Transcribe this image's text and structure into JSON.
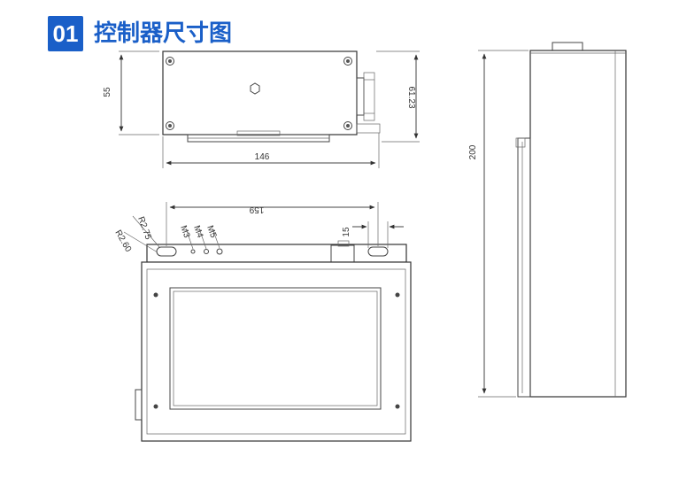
{
  "header": {
    "number": "01",
    "title": "控制器尺寸图"
  },
  "top_view": {
    "width_label": "146",
    "height_label": "55",
    "total_height_label": "61.23"
  },
  "front_view": {
    "span_label": "159",
    "slot_label": "15",
    "radius_a": "R2.75",
    "radius_b": "R2.60",
    "hole_1": "M3",
    "hole_2": "M4",
    "hole_3": "M5"
  },
  "side_view": {
    "height_label": "200"
  },
  "colors": {
    "accent": "#1a5fc8",
    "line": "#333333"
  }
}
